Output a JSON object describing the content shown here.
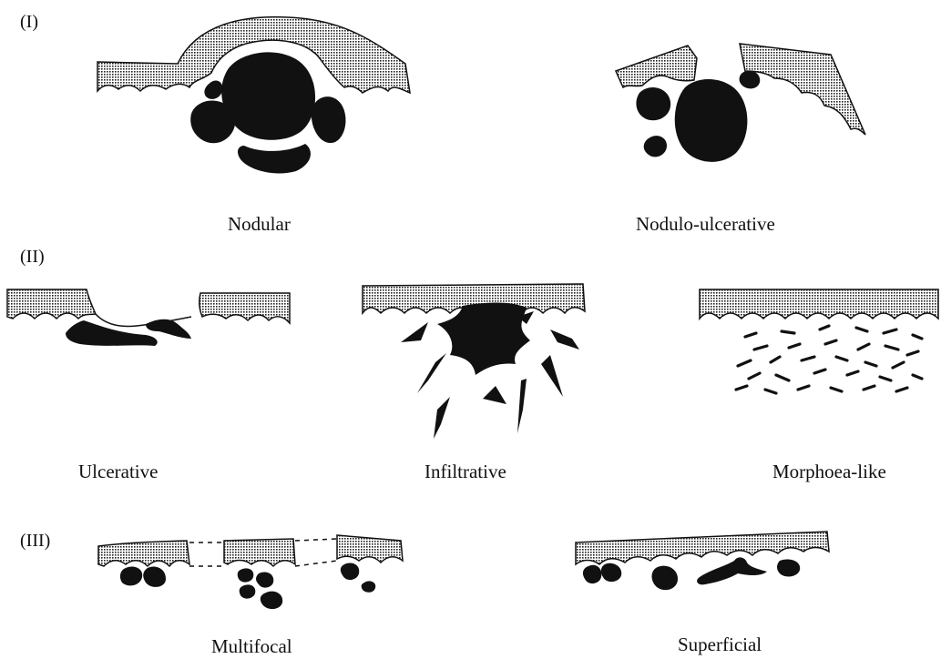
{
  "groups": {
    "g1": "(I)",
    "g2": "(II)",
    "g3": "(III)"
  },
  "captions": {
    "nodular": "Nodular",
    "nodulo_ulcerative": "Nodulo-ulcerative",
    "ulcerative": "Ulcerative",
    "infiltrative": "Infiltrative",
    "morphoea_like": "Morphoea-like",
    "multifocal": "Multifocal",
    "superficial": "Superficial"
  },
  "colors": {
    "ink": "#111111",
    "background": "#ffffff"
  }
}
